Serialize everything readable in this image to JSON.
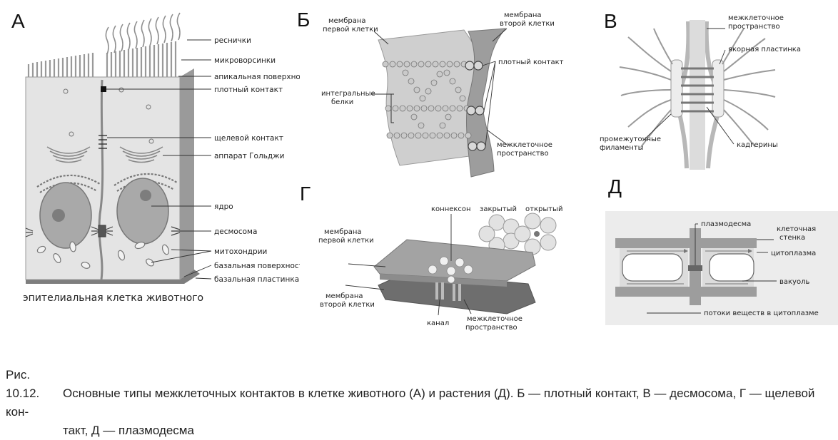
{
  "panels": {
    "a": {
      "letter": "А",
      "subtitle": "эпителиальная клетка животного",
      "labels": {
        "cilia": "реснички",
        "microvilli": "микроворсинки",
        "apical": "апикальная поверхность",
        "tight": "плотный контакт",
        "gap": "щелевой контакт",
        "golgi": "аппарат Гольджи",
        "nucleus": "ядро",
        "desmosome": "десмосома",
        "mito": "митохондрии",
        "basal_surface": "базальная поверхность",
        "basal_lamina": "базальная пластинка"
      }
    },
    "b": {
      "letter": "Б",
      "labels": {
        "mem1_line1": "мембрана",
        "mem1_line2": "первой клетки",
        "mem2_line1": "мембрана",
        "mem2_line2": "второй клетки",
        "tight": "плотный контакт",
        "integral1": "интегральные",
        "integral2": "белки",
        "space1": "межклеточное",
        "space2": "пространство"
      }
    },
    "v": {
      "letter": "В",
      "labels": {
        "space1": "межклеточное",
        "space2": "пространство",
        "anchor": "якорная пластинка",
        "filaments1": "промежуточные",
        "filaments2": "филаменты",
        "cadherins": "кадгерины"
      }
    },
    "g": {
      "letter": "Г",
      "labels": {
        "connexon": "коннексон",
        "closed": "закрытый",
        "open": "открытый",
        "mem1_line1": "мембрана",
        "mem1_line2": "первой клетки",
        "mem2_line1": "мембрана",
        "mem2_line2": "второй клетки",
        "channel": "канал",
        "space1": "межклеточное",
        "space2": "пространство"
      }
    },
    "d": {
      "letter": "Д",
      "labels": {
        "plasmodesma": "плазмодесма",
        "wall1": "клеточная",
        "wall2": "стенка",
        "cytoplasm": "цитоплазма",
        "vacuole": "вакуоль",
        "flows": "потоки веществ в цитоплазме"
      }
    }
  },
  "caption": {
    "number": "Рис. 10.12.",
    "line1": "Основные типы межклеточных контактов в клетке животного (А) и растения (Д). Б — плотный контакт, В — десмосома, Г — щелевой кон-",
    "line2": "такт, Д — плазмодесма"
  },
  "colors": {
    "cell_fill": "#e3e3e3",
    "dark_gray": "#8a8a8a",
    "nucleus": "#a8a8a8",
    "panel_d_bg": "#ececec"
  }
}
